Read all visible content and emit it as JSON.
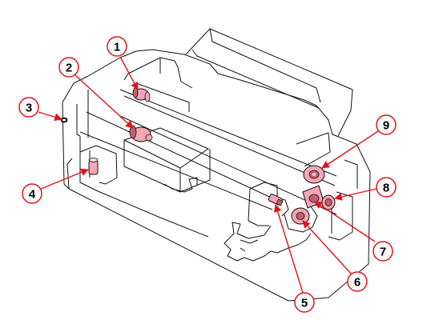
{
  "colors": {
    "outline": "#111111",
    "component_fill": "#f4a6b4",
    "component_dark": "#c06070",
    "callout_stroke": "#e0141c",
    "callout_fill": "#ffffff",
    "label_text": "#000000"
  },
  "callouts": [
    {
      "id": "1",
      "label": "1"
    },
    {
      "id": "2",
      "label": "2"
    },
    {
      "id": "3",
      "label": "3"
    },
    {
      "id": "4",
      "label": "4"
    },
    {
      "id": "5",
      "label": "5"
    },
    {
      "id": "6",
      "label": "6"
    },
    {
      "id": "7",
      "label": "7"
    },
    {
      "id": "8",
      "label": "8"
    },
    {
      "id": "9",
      "label": "9"
    }
  ]
}
